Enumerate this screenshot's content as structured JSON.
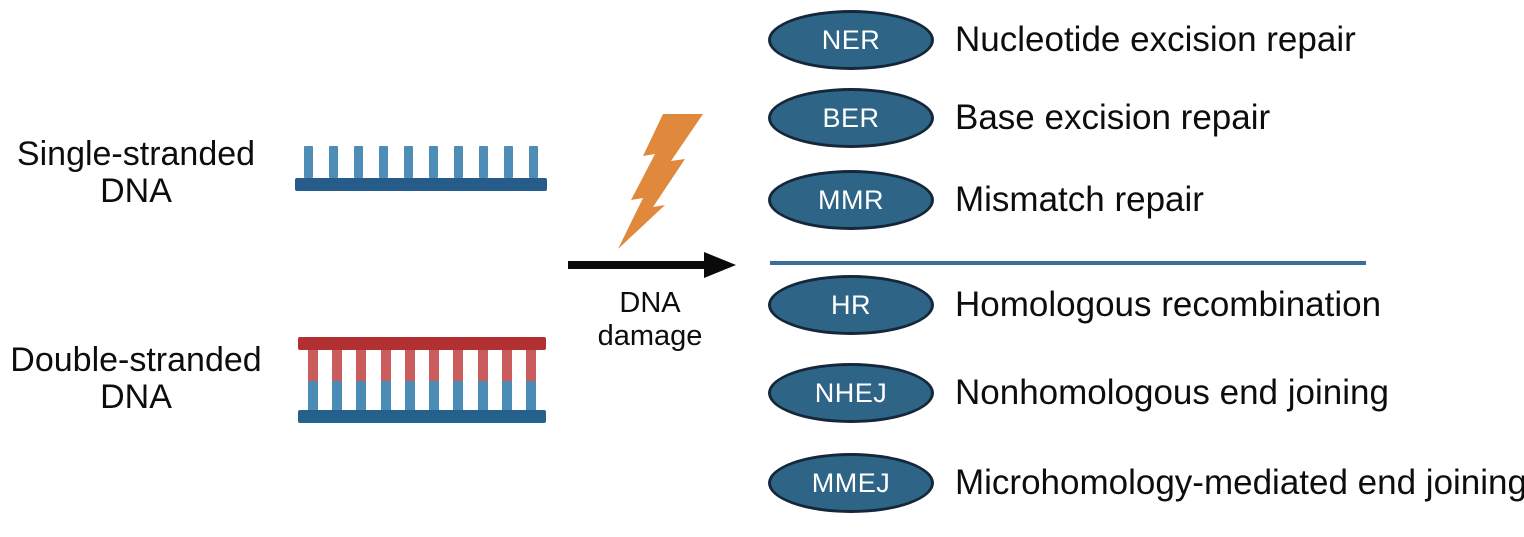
{
  "left_panel": {
    "ssdna_label": "Single-stranded\nDNA",
    "dsdna_label": "Double-stranded\nDNA",
    "strand_units": 10
  },
  "damage": {
    "label": "DNA\ndamage"
  },
  "pathways": {
    "single_strand": [
      {
        "abbr": "NER",
        "name": "Nucleotide excision repair"
      },
      {
        "abbr": "BER",
        "name": "Base excision repair"
      },
      {
        "abbr": "MMR",
        "name": "Mismatch repair"
      }
    ],
    "double_strand": [
      {
        "abbr": "HR",
        "name": "Homologous recombination"
      },
      {
        "abbr": "NHEJ",
        "name": "Nonhomologous end joining"
      },
      {
        "abbr": "MMEJ",
        "name": "Microhomology-mediated end joining"
      }
    ]
  },
  "colors": {
    "text": "#0d0d0d",
    "arrow": "#0a0a0a",
    "bolt_orange": "#e0893c",
    "ellipse_fill": "#2e6587",
    "ellipse_border": "#15273a",
    "divider": "#3b6d9b",
    "ssdna_backbone": "#255c8a",
    "ssdna_teeth": "#4d8db8",
    "dsdna_top_backbone": "#b23032",
    "dsdna_rung_red": "#cb5c5e",
    "dsdna_rung_blue": "#4a8cb5",
    "dsdna_bottom_backbone": "#26608d"
  }
}
